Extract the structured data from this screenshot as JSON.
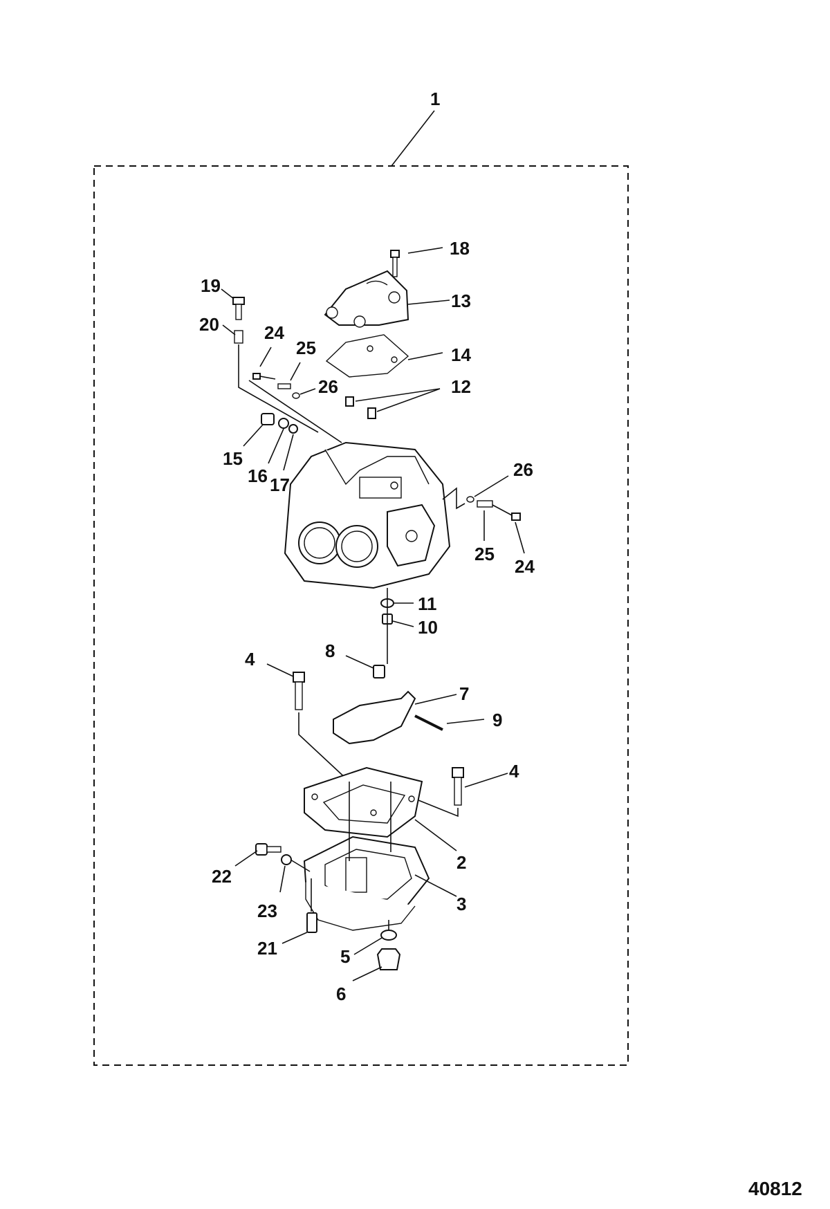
{
  "figure_number": "40812",
  "callouts": {
    "c1": "1",
    "c2": "2",
    "c3": "3",
    "c4a": "4",
    "c4b": "4",
    "c5": "5",
    "c6": "6",
    "c7": "7",
    "c8": "8",
    "c9": "9",
    "c10": "10",
    "c11": "11",
    "c12": "12",
    "c13": "13",
    "c14": "14",
    "c15": "15",
    "c16": "16",
    "c17": "17",
    "c18": "18",
    "c19": "19",
    "c20": "20",
    "c21": "21",
    "c22": "22",
    "c23": "23",
    "c24a": "24",
    "c24b": "24",
    "c25a": "25",
    "c25b": "25",
    "c26a": "26",
    "c26b": "26"
  }
}
